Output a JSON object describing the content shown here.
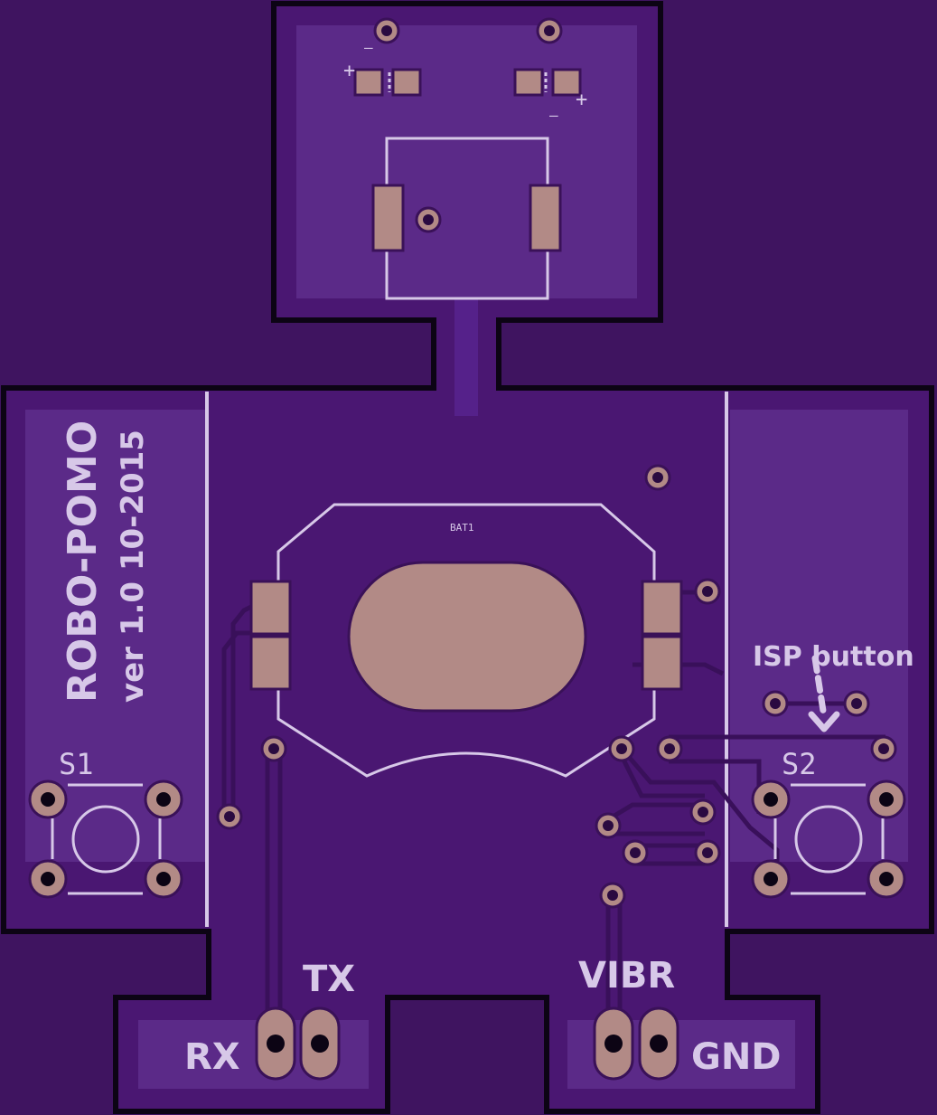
{
  "board": {
    "title": "ROBO-POMO",
    "version": "ver 1.0 10-2015",
    "battery_ref": "BAT1",
    "switches": {
      "left": "S1",
      "right": "S2"
    },
    "isp_label": "ISP button",
    "pin_labels": {
      "rx": "RX",
      "tx": "TX",
      "vibr": "VIBR",
      "gnd": "GND"
    },
    "polarity": {
      "plus": "+",
      "minus": "—"
    }
  },
  "colors": {
    "background": "#3f1460",
    "board": "#4a1772",
    "copper_pour": "#5b2a88",
    "outline": "#0c0414",
    "pad": "#b28a86",
    "silkscreen": "#d7c8e8"
  }
}
